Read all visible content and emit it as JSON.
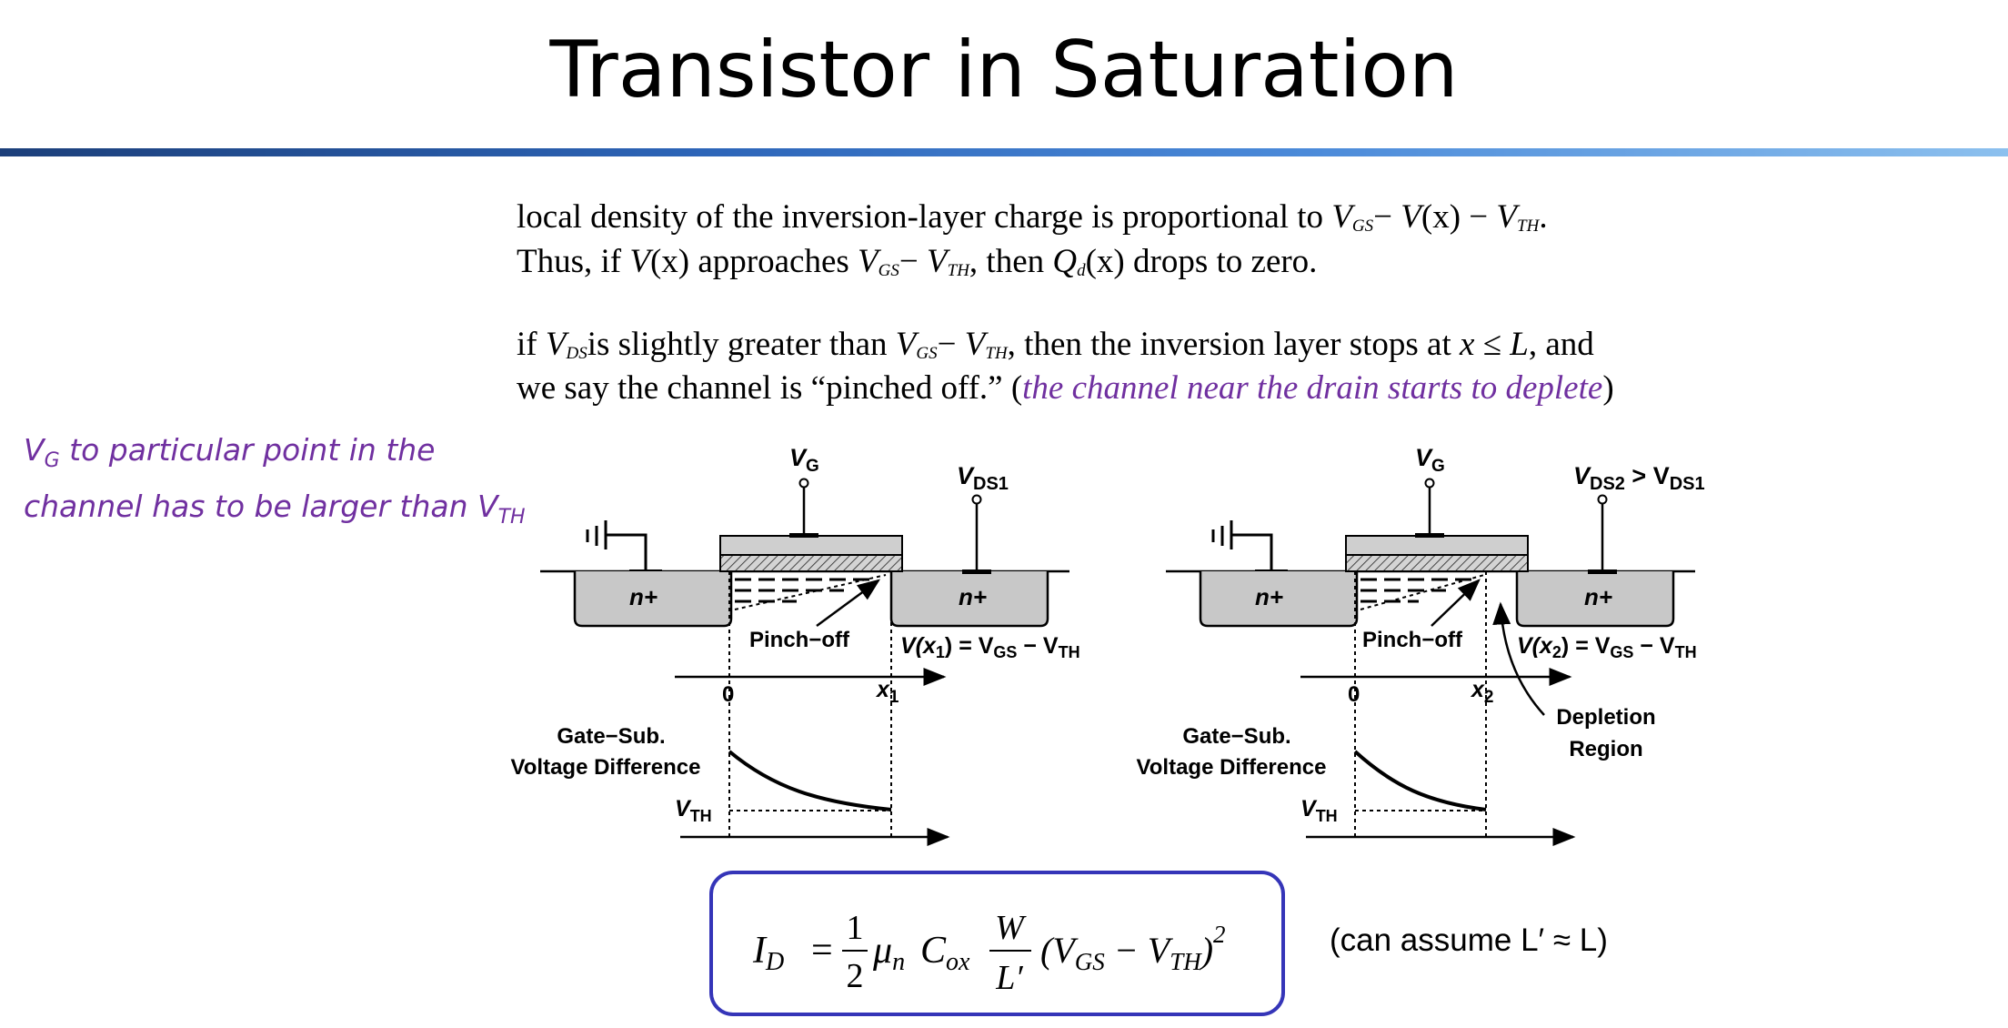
{
  "slide": {
    "title": "Transistor in Saturation"
  },
  "paragraph1": {
    "line1": {
      "text": "local density of the inversion-layer charge is proportional to ",
      "v": "V",
      "gs": "GS",
      "minus1": "− ",
      "vx": "V",
      "x": "(x)",
      "minus2": " − ",
      "vth": "V",
      "th": "TH",
      "end": "."
    },
    "line2": {
      "text": "Thus, if ",
      "vx": "V",
      "x": "(x)",
      "mid": " approaches ",
      "v": "V",
      "gs": "GS",
      "minus": "− ",
      "vth": "V",
      "th": "TH",
      "mid2": ", then ",
      "q": "Q",
      "d": "d",
      "x2": "(x)",
      "end": " drops to zero."
    }
  },
  "paragraph2": {
    "line1": {
      "text": "if ",
      "v": "V",
      "ds": "DS",
      "mid": "is slightly greater than ",
      "vgs": "V",
      "gs": "GS",
      "minus": "− ",
      "vth": "V",
      "th": "TH",
      "mid2": ", then the inversion layer stops at ",
      "x": "x",
      "le": " ≤ ",
      "l": "L",
      "end": ", and"
    },
    "line2": {
      "text": "we say the channel is “pinched off.”  (",
      "highlight": "the channel near the drain starts to deplete",
      "end": ")"
    }
  },
  "side_note": {
    "line1_a": "V",
    "line1_sub": "G",
    "line1_b": " to particular point in the",
    "line2_a": "channel has to be larger than V",
    "line2_sub": "TH"
  },
  "figure_left": {
    "vg": "V",
    "vg_sub": "G",
    "vds": "V",
    "vds_sub": "DS1",
    "n_left": "n+",
    "n_right": "n+",
    "pinch": "Pinch−off",
    "vx_label": "V(x",
    "vx_sub": "1",
    "vx_rest": ") = V",
    "vx_gs": "GS",
    "vx_minus": " − V",
    "vx_th": "TH",
    "zero": "0",
    "x_label": "x",
    "x_sub": "1",
    "gate_sub1": "Gate−Sub.",
    "gate_sub2": "Voltage Difference",
    "vth": "V",
    "vth_sub": "TH"
  },
  "figure_right": {
    "vg": "V",
    "vg_sub": "G",
    "vds": "V",
    "vds_sub": "DS2",
    "vds_gt": " > V",
    "vds_sub2": "DS1",
    "n_left": "n+",
    "n_right": "n+",
    "pinch": "Pinch−off",
    "vx_label": "V(x",
    "vx_sub": "2",
    "vx_rest": ") = V",
    "vx_gs": "GS",
    "vx_minus": " − V",
    "vx_th": "TH",
    "zero": "0",
    "x_label": "x",
    "x_sub": "2",
    "depletion1": "Depletion",
    "depletion2": "Region",
    "gate_sub1": "Gate−Sub.",
    "gate_sub2": "Voltage Difference",
    "vth": "V",
    "vth_sub": "TH"
  },
  "equation": {
    "lhs": "I",
    "lhs_sub": "D",
    "eq": "=",
    "num1": "1",
    "den1": "2",
    "mu": "μ",
    "mu_sub": "n",
    "c": "C",
    "c_sub": "ox",
    "num2": "W",
    "den2": "L′",
    "paren_open": "(V",
    "gs": "GS",
    "minus": " − V",
    "th": "TH",
    "paren_close": ")",
    "power": "2"
  },
  "note": "(can assume L′ ≈ L)",
  "colors": {
    "accent_purple": "#7030a0",
    "box_blue": "#3535b8",
    "rule_dark": "#1c3f7a",
    "rule_light": "#8cc0ee"
  }
}
